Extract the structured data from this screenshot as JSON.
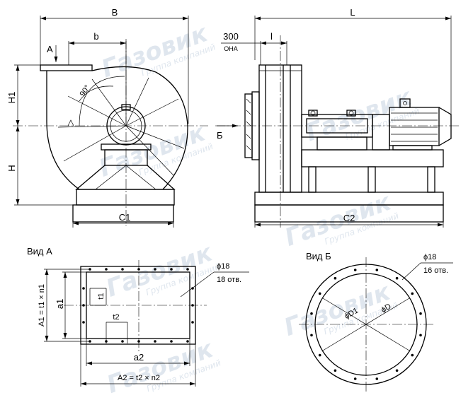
{
  "watermark": {
    "brand": "Газовик",
    "tagline": "Группа компаний"
  },
  "front_view": {
    "B": "B",
    "b": "b",
    "A": "A",
    "angle": "90°",
    "H1": "H1",
    "H": "H",
    "C1": "C1"
  },
  "side_view": {
    "L": "L",
    "l": "l",
    "size_300": "300",
    "size_300_sub": "ОНА",
    "B_arrow": "Б",
    "C2": "C2"
  },
  "view_a": {
    "title": "Вид А",
    "hole_d": "ϕ18",
    "holes": "18 отв.",
    "a1": "a1",
    "t1": "t1",
    "t2": "t2",
    "a2": "a2",
    "A1": "A1 = t1 × n1",
    "A2": "A2 = t2 × n2"
  },
  "view_b": {
    "title": "Вид Б",
    "hole_d": "ϕ18",
    "holes": "16 отв.",
    "D1": "ϕD1",
    "D": "ϕD"
  },
  "colors": {
    "line": "#000000",
    "watermark": "#dfe6ee"
  }
}
